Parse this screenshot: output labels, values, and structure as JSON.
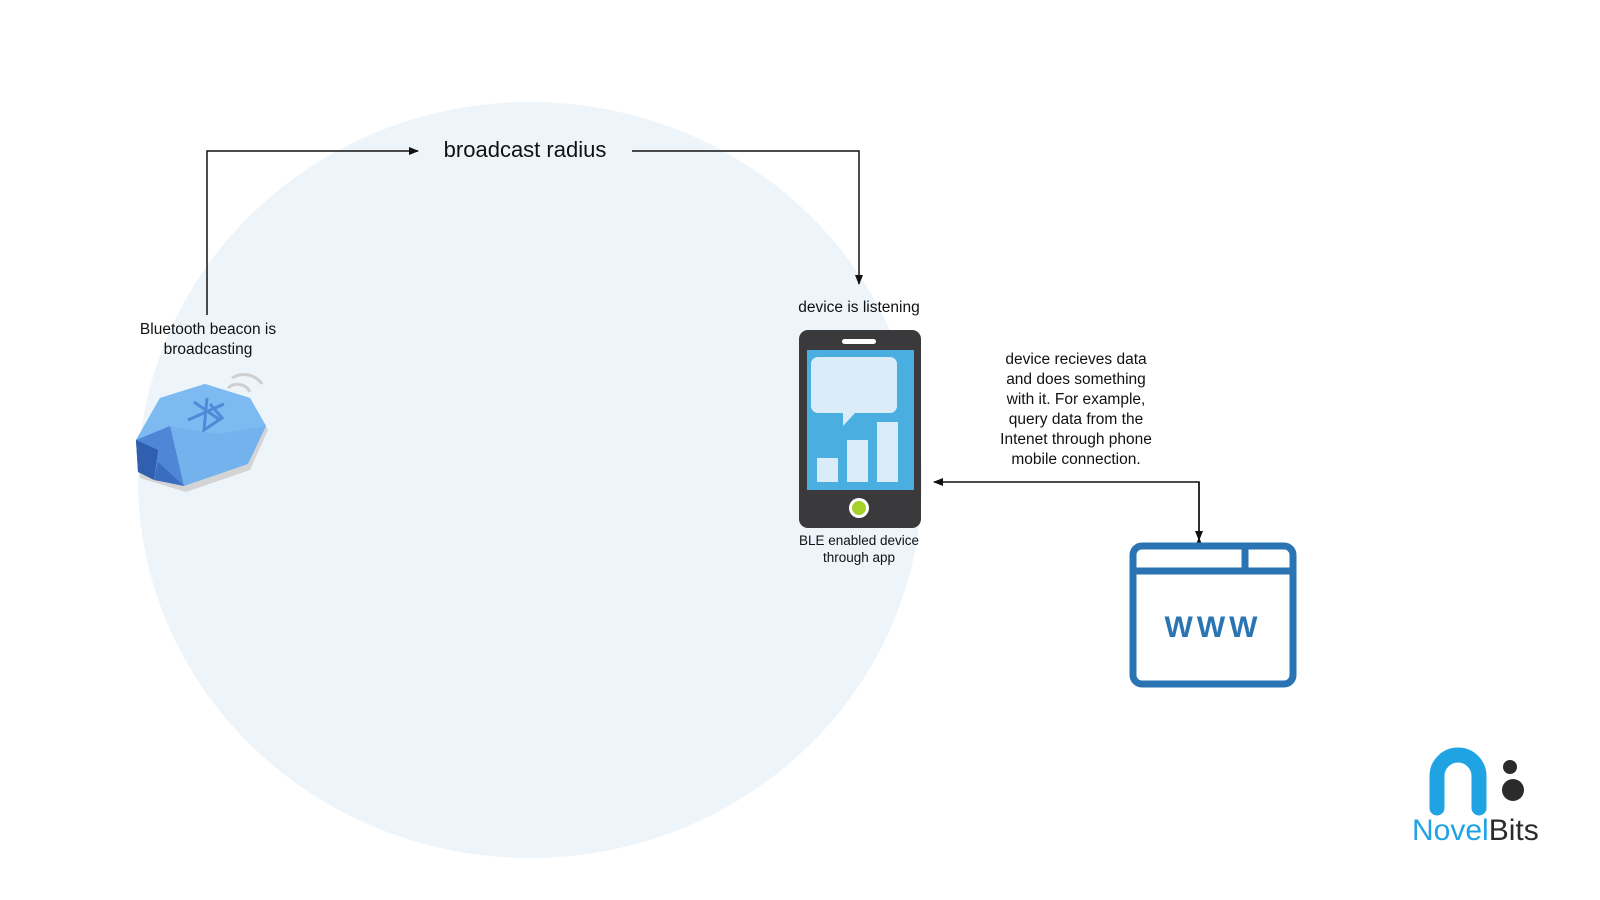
{
  "title": "broadcast radius",
  "beacon": {
    "label_lines": [
      "Bluetooth beacon is",
      "broadcasting"
    ]
  },
  "phone": {
    "top_label": "device is listening",
    "bottom_label_lines": [
      "BLE enabled device",
      "through app"
    ]
  },
  "description_lines": [
    "device recieves data",
    "and does something",
    "with it. For example,",
    "query data from the",
    "Intenet through phone",
    "mobile connection."
  ],
  "web": {
    "label": "WWW"
  },
  "logo": {
    "text_part1": "Novel",
    "text_part2": "Bits"
  },
  "colors": {
    "circle": "#edf5fb",
    "beacon": "#6aa6e8",
    "phone_body": "#3a3a3c",
    "phone_screen": "#4aaee0",
    "web_icon": "#2a74b4",
    "logo_blue": "#1fa3e3",
    "logo_dark": "#2b2b2b"
  }
}
